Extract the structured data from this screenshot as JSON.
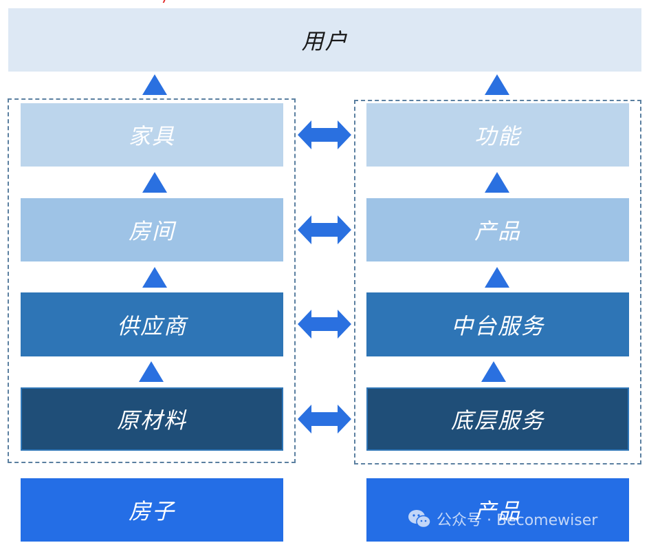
{
  "top": {
    "label": "用户"
  },
  "left_column": {
    "layers": [
      "家具",
      "房间",
      "供应商",
      "原材料"
    ],
    "base": "房子"
  },
  "right_column": {
    "layers": [
      "功能",
      "产品",
      "中台服务",
      "底层服务"
    ],
    "base": "产品"
  },
  "watermark": {
    "text": "公众号 · Becomewiser"
  },
  "colors": {
    "top": "#dde8f4",
    "layer1": "#bcd5ec",
    "layer2": "#9ec3e6",
    "layer3": "#2e75b6",
    "layer4": "#1f4e78",
    "base": "#246ee6",
    "arrow": "#2a70e0"
  }
}
